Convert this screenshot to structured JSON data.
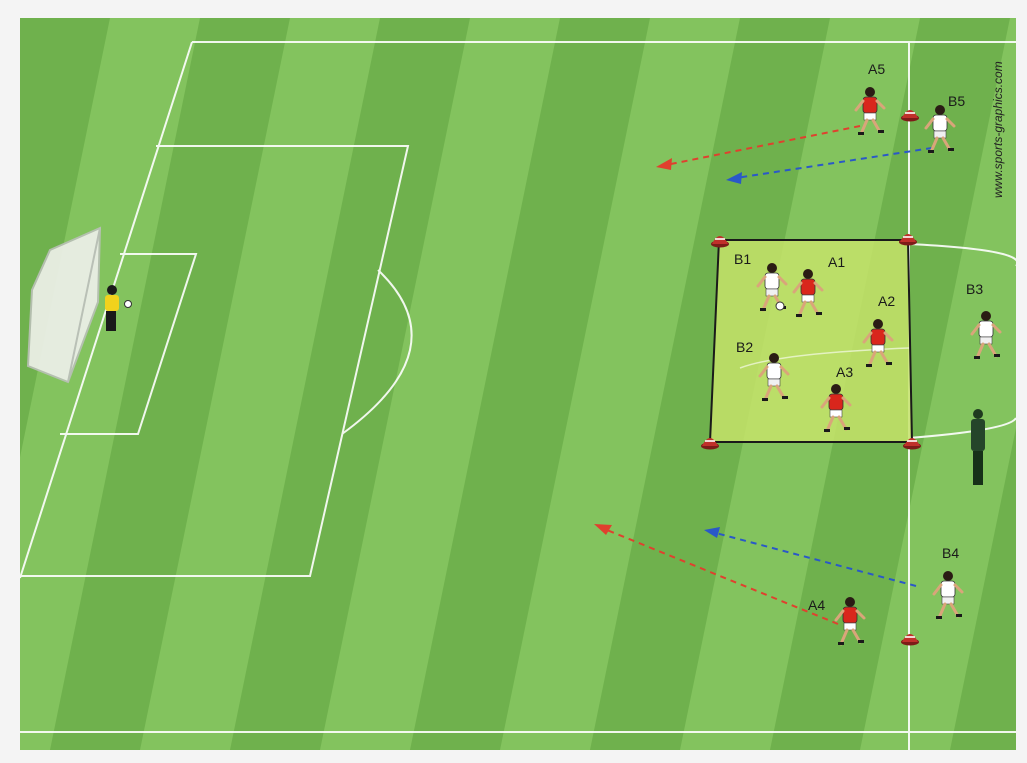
{
  "watermark": "www.sports-graphics.com",
  "colors": {
    "grass_light": "#83c35e",
    "grass_dark": "#6fb14d",
    "zone": "#c6e36a",
    "team_a": "#d9261c",
    "team_b": "#ffffff",
    "keeper": "#f2d21c",
    "cone": "#c0302a",
    "arrow_red": "#e0402e",
    "arrow_blue": "#2a58c8"
  },
  "players": [
    {
      "id": "A1",
      "label": "A1",
      "team": "a"
    },
    {
      "id": "A2",
      "label": "A2",
      "team": "a"
    },
    {
      "id": "A3",
      "label": "A3",
      "team": "a"
    },
    {
      "id": "A4",
      "label": "A4",
      "team": "a"
    },
    {
      "id": "A5",
      "label": "A5",
      "team": "a"
    },
    {
      "id": "B1",
      "label": "B1",
      "team": "b"
    },
    {
      "id": "B2",
      "label": "B2",
      "team": "b"
    },
    {
      "id": "B3",
      "label": "B3",
      "team": "b"
    },
    {
      "id": "B4",
      "label": "B4",
      "team": "b"
    },
    {
      "id": "B5",
      "label": "B5",
      "team": "b"
    }
  ]
}
